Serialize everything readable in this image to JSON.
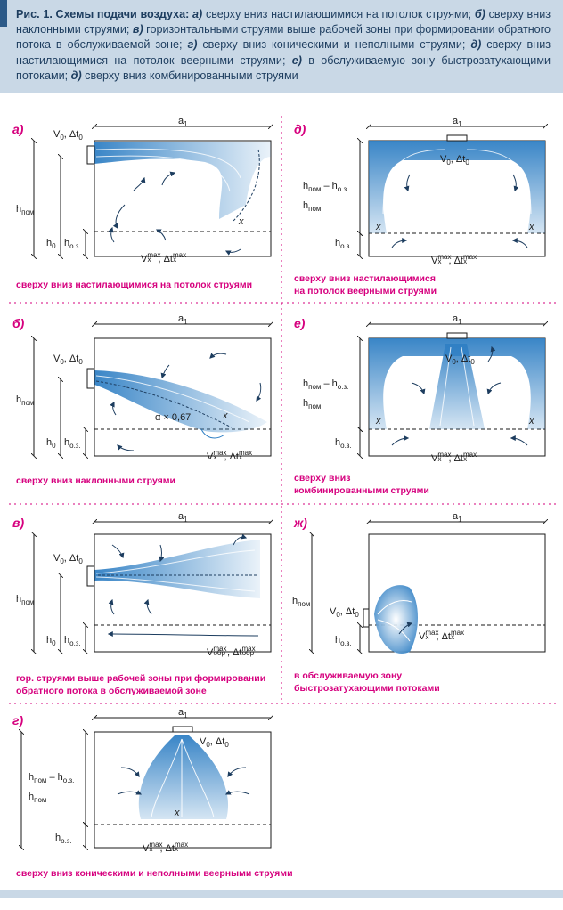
{
  "caption": {
    "title": "Рис. 1. Схемы подачи воздуха:",
    "items": [
      {
        "letter": "а)",
        "text": " сверху вниз настилающимися на потолок струями;"
      },
      {
        "letter": "б)",
        "text": " сверху вниз наклонными струями;"
      },
      {
        "letter": "в)",
        "text": " горизонтальными струями выше рабочей зоны при формировании обратного потока в обслуживаемой зоне;"
      },
      {
        "letter": "г)",
        "text": " сверху вниз коническими и неполными струями;"
      },
      {
        "letter": "д)",
        "text": " сверху вниз настилающимися на потолок веерными струями;"
      },
      {
        "letter": "е)",
        "text": " в обслуживаемую зону быстрозатухающими потоками;"
      },
      {
        "letter": "д)",
        "text": " сверху вниз комбинированными струями"
      }
    ]
  },
  "labels": {
    "a1": "a",
    "a1_sub": "1",
    "v0": "V",
    "v0_sub": "0",
    "dt0": ", Δt",
    "dt0_sub": "0",
    "h_pom": "h",
    "h_pom_sub": "пом",
    "h0": "h",
    "h0_sub": "0",
    "h_oz": "h",
    "h_oz_sub": "о.з.",
    "h_diff": "h",
    "h_diff_sub": "пом",
    "minus": " – h",
    "x": "x",
    "vmax": "V",
    "vmax_sub": "x",
    "vmax_sup": "max",
    "dtmax": ", Δt",
    "dtmax_sub": "x",
    "dtmax_sup": "max",
    "vobr_sub": "обр",
    "alpha": "α × 0,67"
  },
  "panels": [
    {
      "letter": "а)",
      "caption_lines": [
        "сверху вниз настилающимися на потолок струями"
      ]
    },
    {
      "letter": "д)",
      "caption_lines": [
        "сверху вниз настилающимися",
        "на потолок веерными струями"
      ]
    },
    {
      "letter": "б)",
      "caption_lines": [
        "сверху вниз наклонными струями"
      ]
    },
    {
      "letter": "е)",
      "caption_lines": [
        "сверху вниз",
        "комбинированными струями"
      ]
    },
    {
      "letter": "в)",
      "caption_lines": [
        "гор. струями выше рабочей зоны при формировании",
        "обратного потока в обслуживаемой зоне"
      ]
    },
    {
      "letter": "ж)",
      "caption_lines": [
        "в обслуживаемую зону",
        "быстрозатухающими потоками"
      ]
    },
    {
      "letter": "г)",
      "caption_lines": [
        "сверху вниз коническими и неполными веерными струями"
      ]
    }
  ],
  "colors": {
    "caption_bg": "#c9d8e6",
    "accent": "#d6007e",
    "jet": "#2f7fc4",
    "line": "#1d3d5f"
  }
}
